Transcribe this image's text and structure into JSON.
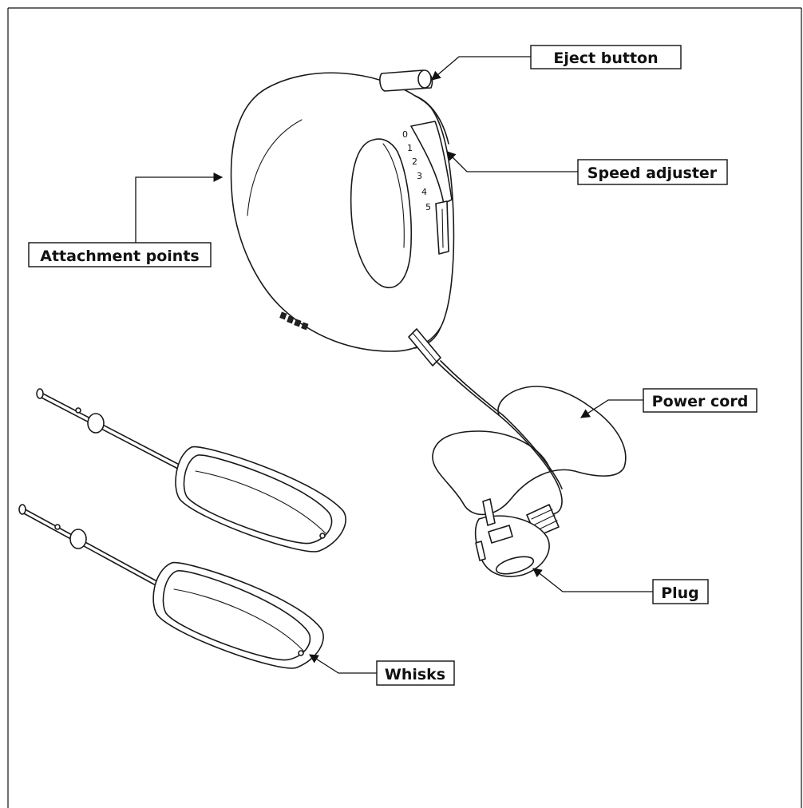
{
  "labels": {
    "eject_button": "Eject button",
    "speed_adjuster": "Speed adjuster",
    "attachment_points": "Attachment points",
    "power_cord": "Power cord",
    "plug": "Plug",
    "whisks": "Whisks"
  },
  "speed_dial": [
    "0",
    "1",
    "2",
    "3",
    "4",
    "5"
  ],
  "colors": {
    "ink": "#1a1a1a",
    "background": "#ffffff"
  }
}
